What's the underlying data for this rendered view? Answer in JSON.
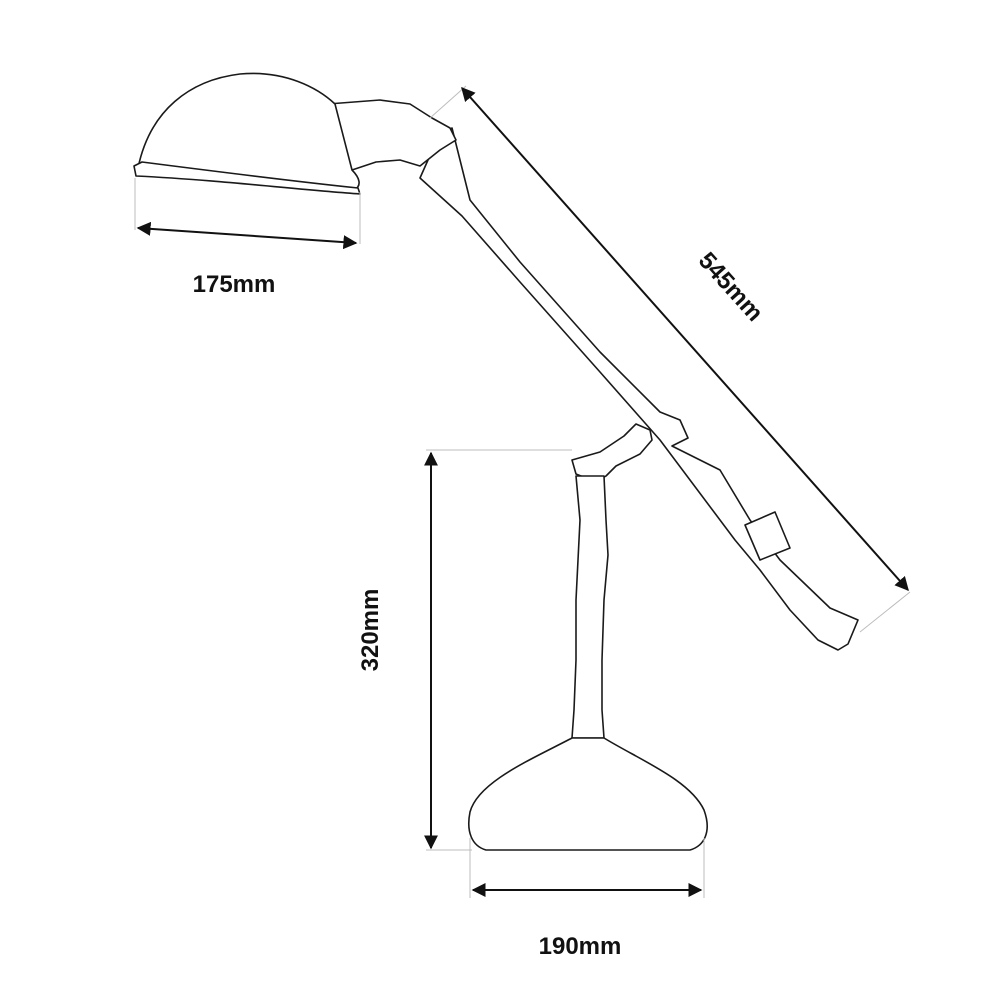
{
  "dimensions": {
    "shade_width": "175mm",
    "arm_length": "545mm",
    "height": "320mm",
    "base_width": "190mm"
  },
  "colors": {
    "background": "#ffffff",
    "outline": "#1a1a1a",
    "dimension_line": "#111111",
    "extension_line": "#bdbdbd"
  }
}
